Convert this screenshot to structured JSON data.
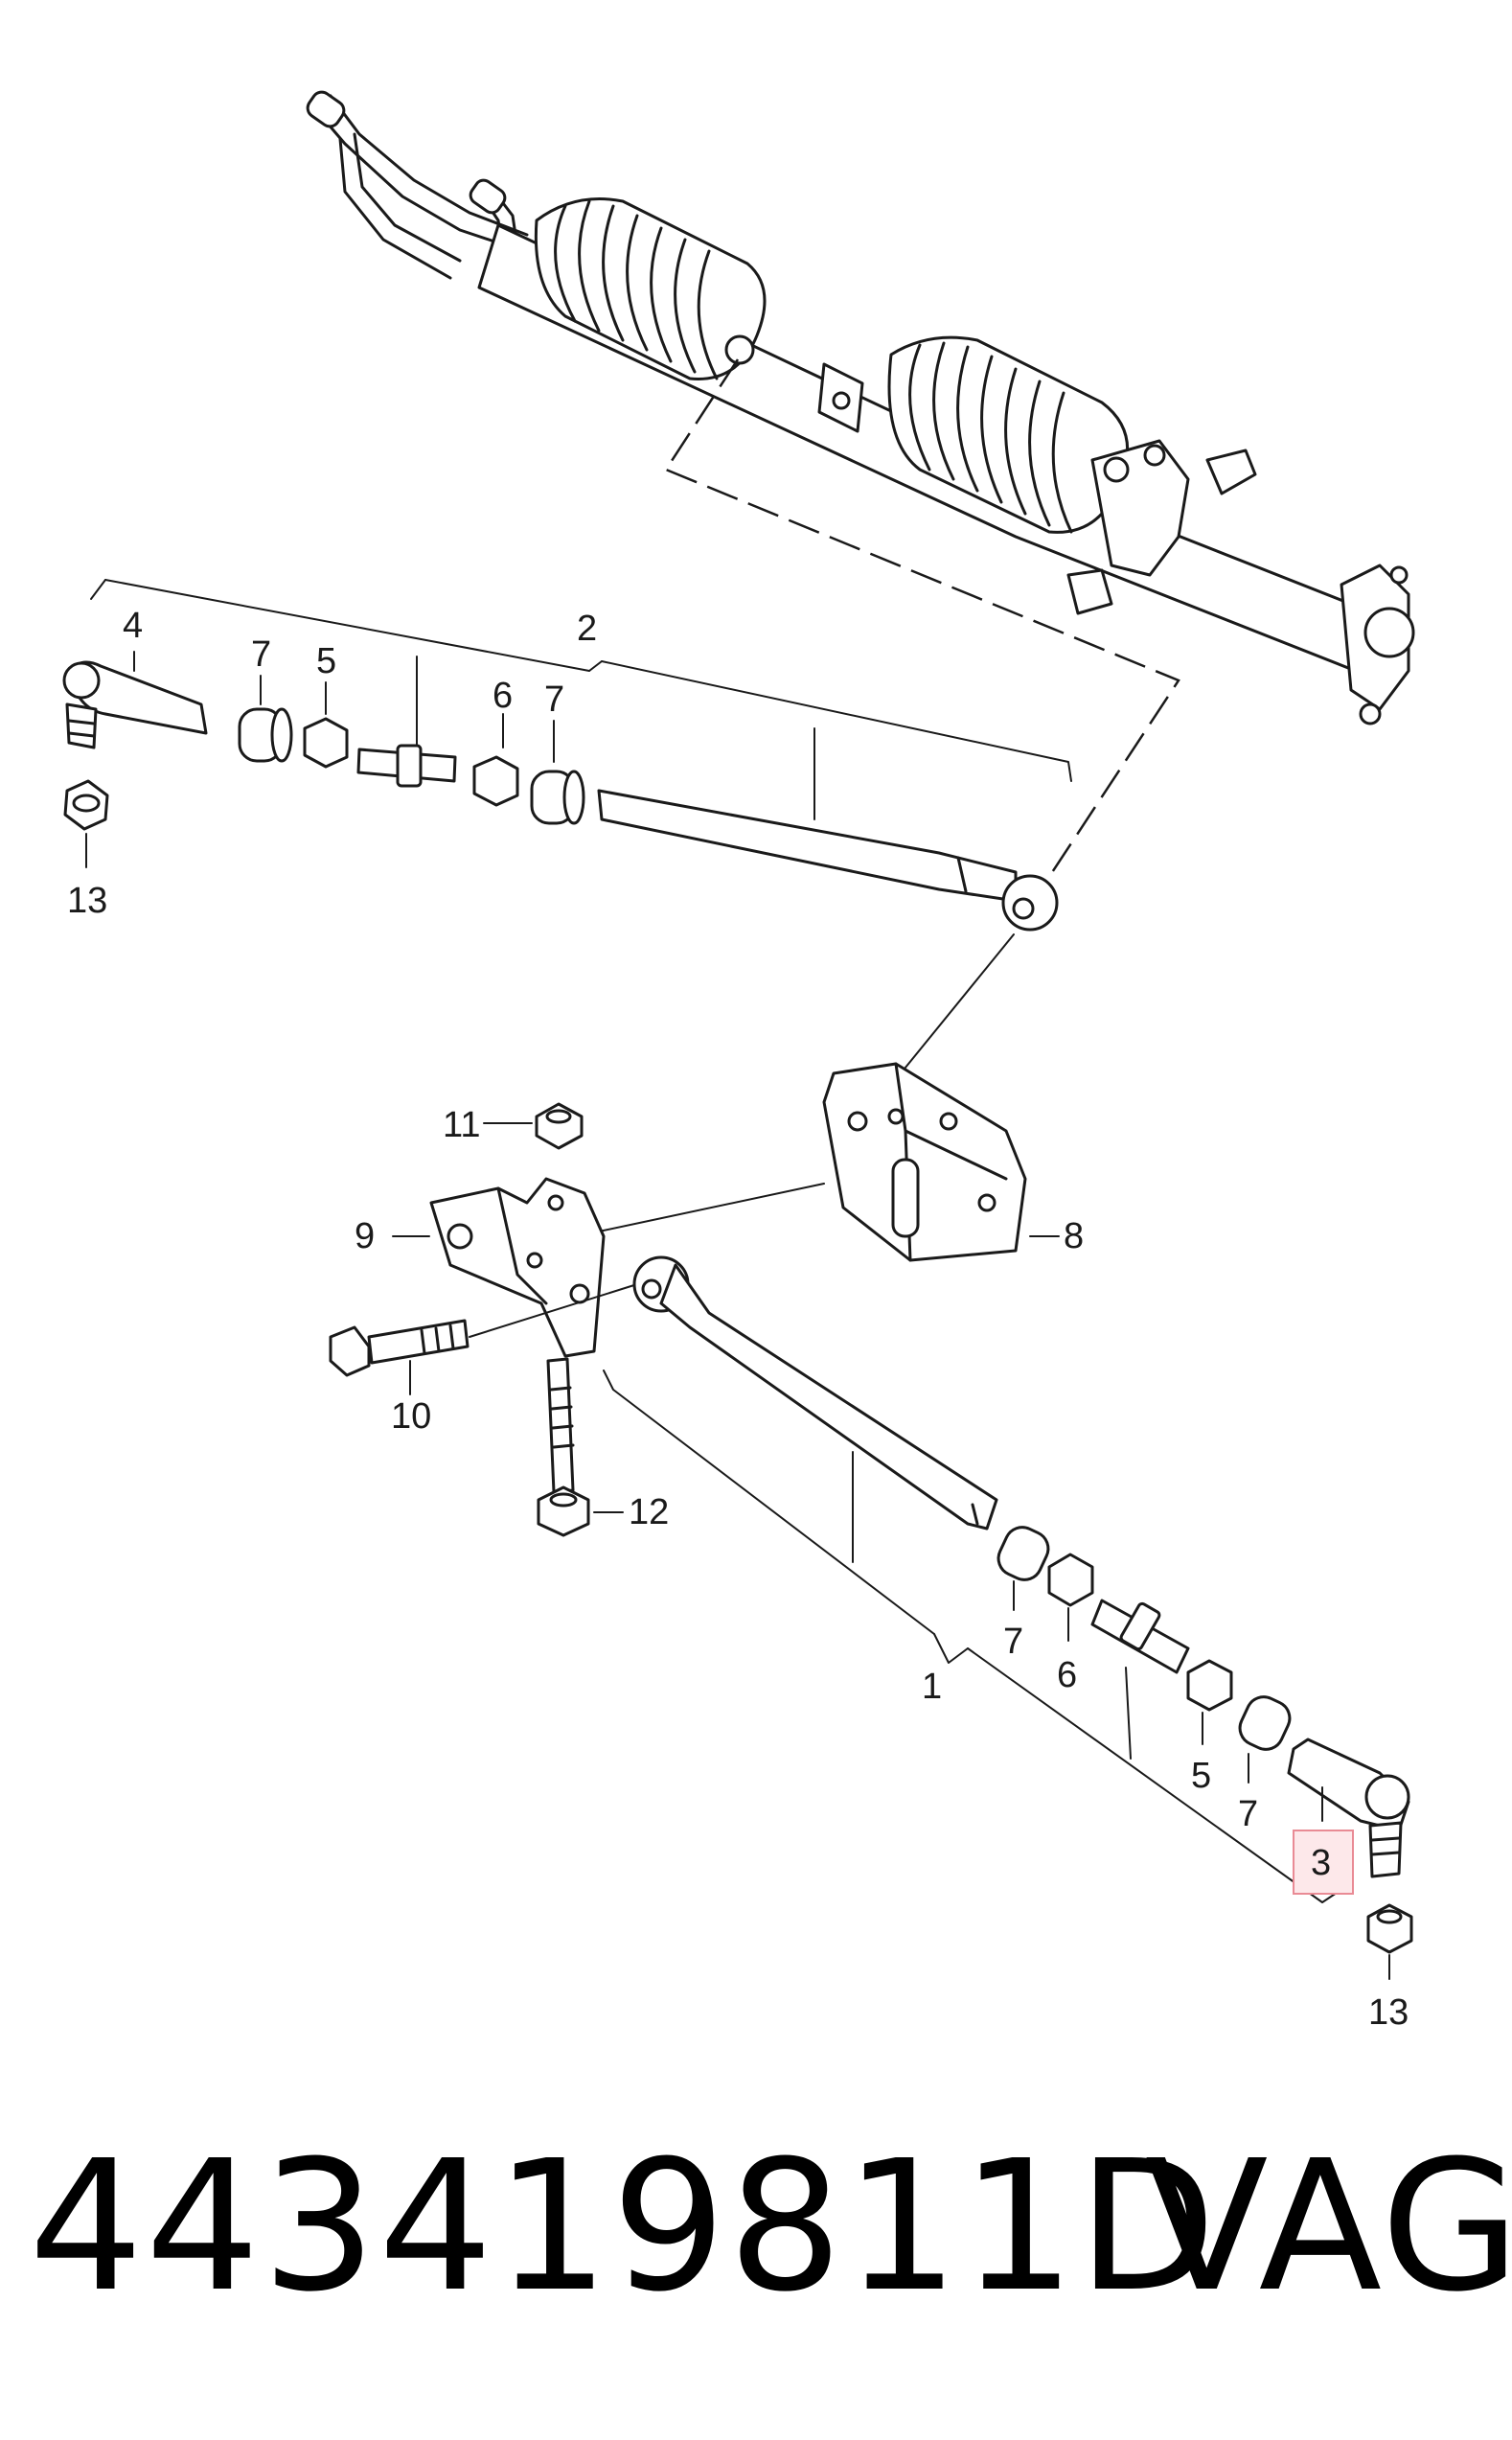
{
  "callouts": {
    "c1": "1",
    "c2": "2",
    "c3": "3",
    "c4": "4",
    "c5a": "5",
    "c5b": "5",
    "c6a": "6",
    "c6b": "6",
    "c7a": "7",
    "c7b": "7",
    "c7c": "7",
    "c7d": "7",
    "c8": "8",
    "c9": "9",
    "c10": "10",
    "c11": "11",
    "c12": "12",
    "c13a": "13",
    "c13b": "13"
  },
  "highlight": {
    "callout": "3",
    "color": "#fde8ea",
    "border": "#e98b95"
  },
  "footer": {
    "part_number": "443419811D",
    "brand": "VAG"
  }
}
